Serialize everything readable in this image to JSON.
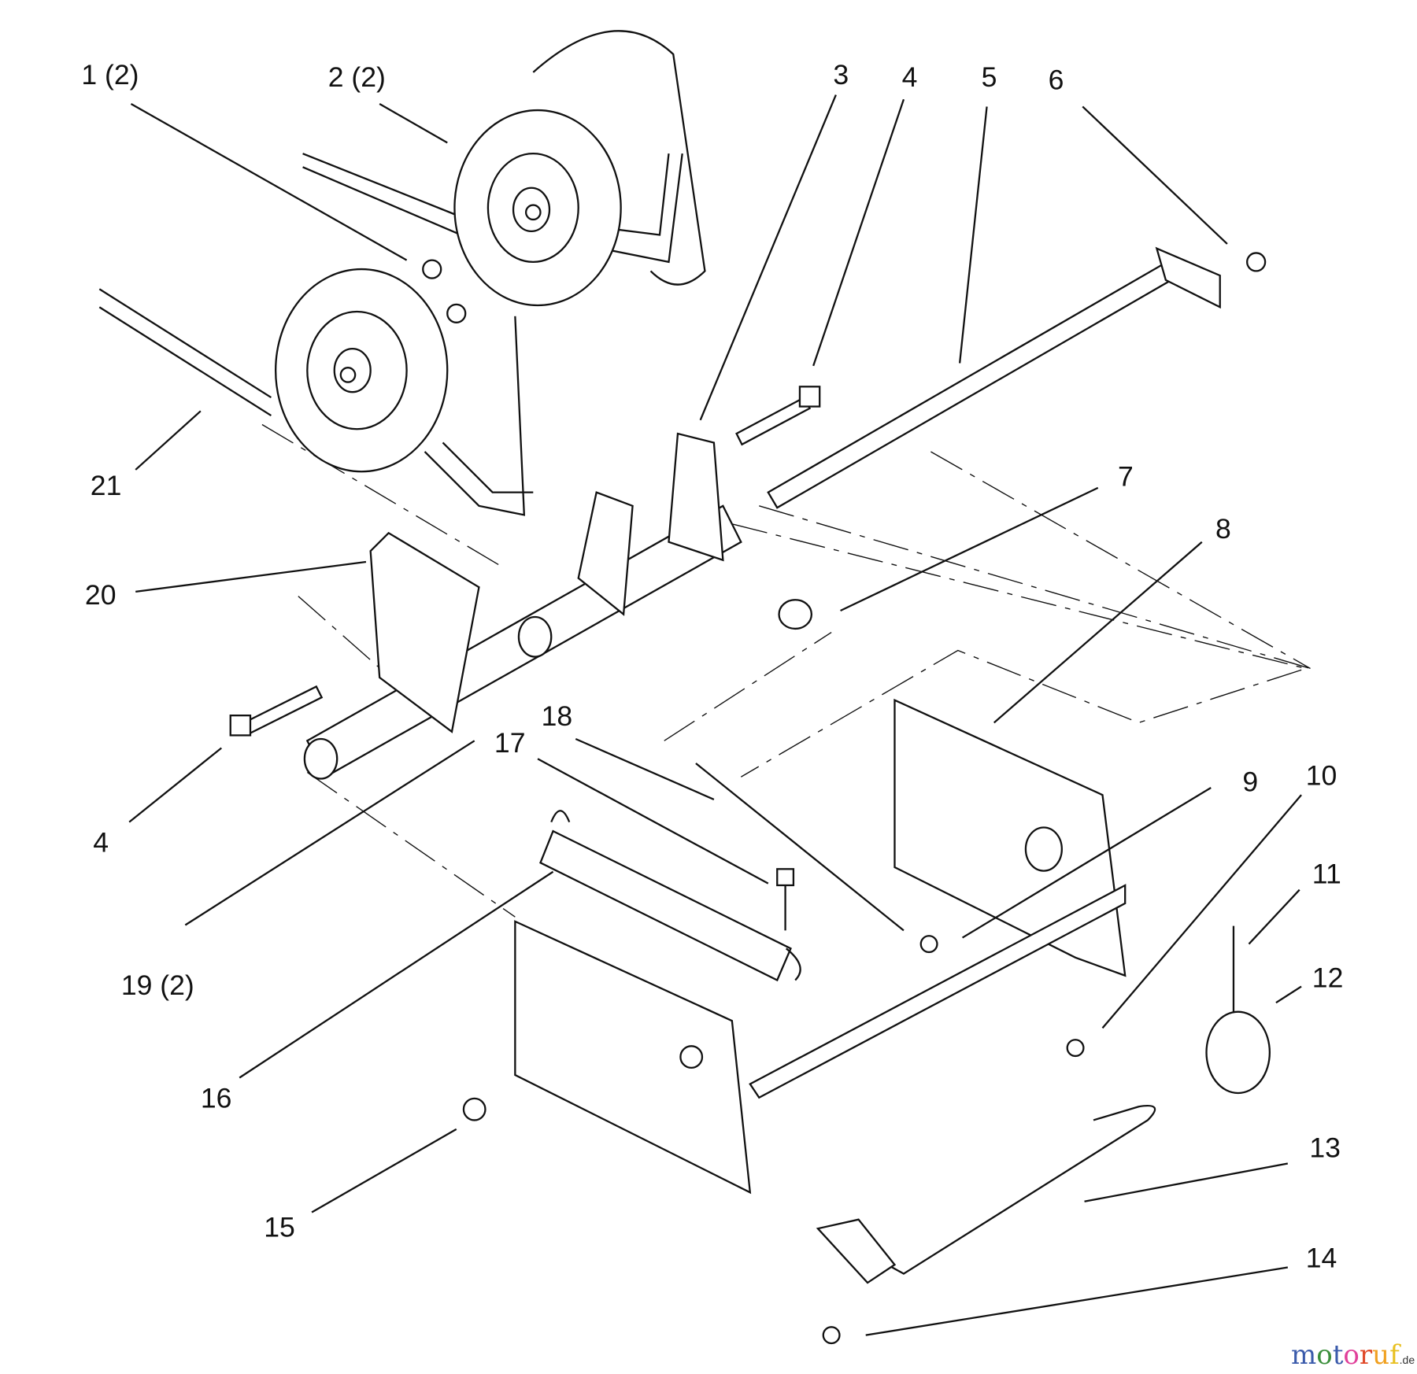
{
  "diagram_title": "",
  "callouts": [
    {
      "id": "1",
      "text": "1 (2)"
    },
    {
      "id": "2",
      "text": "2 (2)"
    },
    {
      "id": "3",
      "text": "3"
    },
    {
      "id": "4a",
      "text": "4"
    },
    {
      "id": "5",
      "text": "5"
    },
    {
      "id": "6",
      "text": "6"
    },
    {
      "id": "7",
      "text": "7"
    },
    {
      "id": "8",
      "text": "8"
    },
    {
      "id": "9",
      "text": "9"
    },
    {
      "id": "10",
      "text": "10"
    },
    {
      "id": "11",
      "text": "11"
    },
    {
      "id": "12",
      "text": "12"
    },
    {
      "id": "13",
      "text": "13"
    },
    {
      "id": "14",
      "text": "14"
    },
    {
      "id": "15",
      "text": "15"
    },
    {
      "id": "16",
      "text": "16"
    },
    {
      "id": "17",
      "text": "17"
    },
    {
      "id": "18",
      "text": "18"
    },
    {
      "id": "19",
      "text": "19 (2)"
    },
    {
      "id": "20",
      "text": "20"
    },
    {
      "id": "21",
      "text": "21"
    },
    {
      "id": "4b",
      "text": "4"
    }
  ],
  "watermark": {
    "brand": "motoruf",
    "tld": ".de",
    "letters": [
      "m",
      "o",
      "t",
      "o",
      "r",
      "u",
      "f"
    ],
    "colors": [
      "#3b5bab",
      "#3b8f3b",
      "#3b5bab",
      "#e0409a",
      "#e04a2a",
      "#f0a020",
      "#e8c020"
    ]
  }
}
